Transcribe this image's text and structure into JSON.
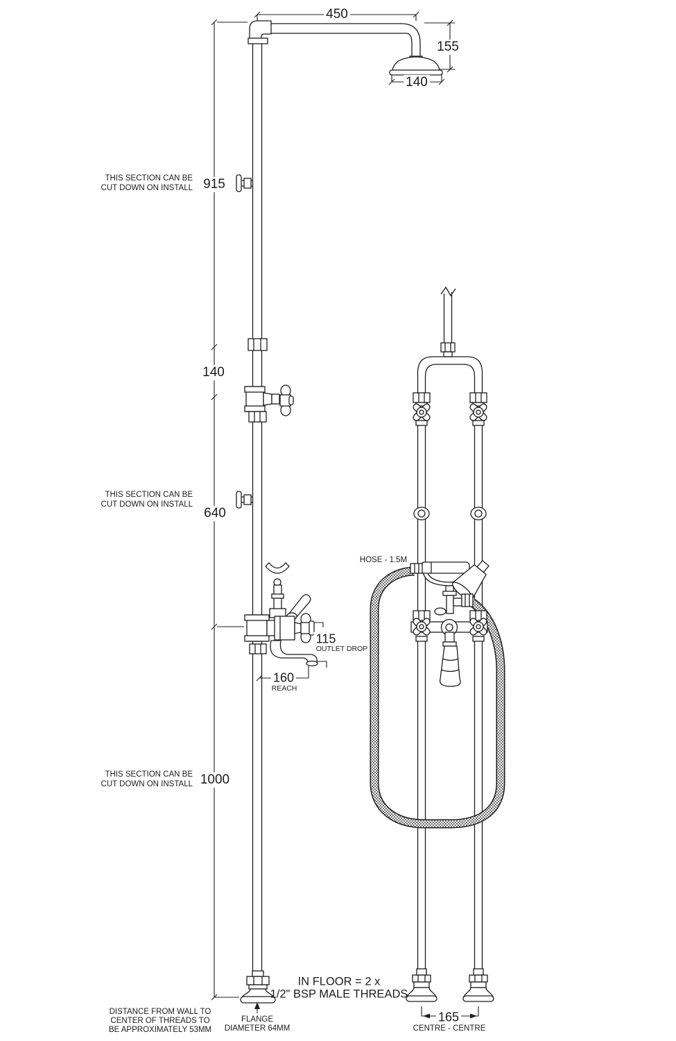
{
  "diagram": {
    "title_hint": "Exposed shower riser and freestanding bath shower mixer installation drawing",
    "colors": {
      "line": "#1c1c1c",
      "background": "#ffffff"
    },
    "labels": {
      "dim450": "450",
      "dim155": "155",
      "dim140_head": "140",
      "dim915": "915",
      "dim140": "140",
      "dim640": "640",
      "dim1000": "1000",
      "dim115": "115",
      "outlet_drop": "OUTLET DROP",
      "dim160": "160",
      "reach": "REACH",
      "dim165": "165",
      "centre_centre": "CENTRE - CENTRE",
      "hose": "HOSE - 1.5M",
      "cut1": "THIS SECTION CAN BE",
      "cut2": "CUT DOWN ON INSTALL",
      "floor1": "IN FLOOR = 2 x",
      "floor2": "1/2\" BSP MALE THREADS",
      "wall1": "DISTANCE FROM WALL TO",
      "wall2": "CENTER OF THREADS TO",
      "wall3": "BE APPROXIMATELY 53MM",
      "flange1": "FLANGE",
      "flange2": "DIAMETER 64MM"
    }
  }
}
